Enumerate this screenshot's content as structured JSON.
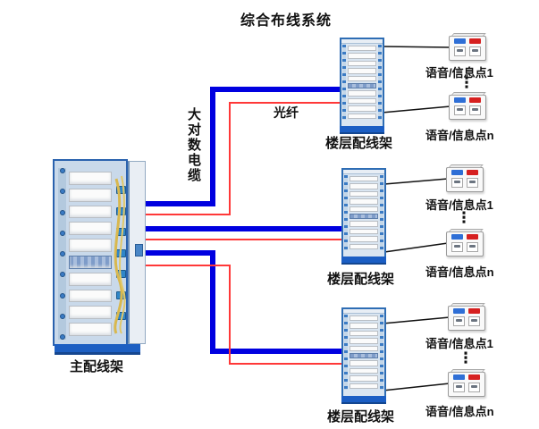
{
  "title": "综合布线系统",
  "cable_labels": {
    "copper": "大对数电缆",
    "fiber": "光纤"
  },
  "racks": {
    "main_label": "主配线架",
    "floor_label": "楼层配线架"
  },
  "endpoints": {
    "first": "语音/信息点1",
    "nth": "语音/信息点n",
    "ellipsis": "⋮"
  },
  "colors": {
    "copper_blue": "#0000e0",
    "fiber_red": "#ff3838",
    "link_black": "#111111",
    "rack_frame_blue": "#2e6db4",
    "rack_base_blue": "#1b5ec4",
    "port_blue": "#2f6fd6",
    "port_red": "#d62020"
  }
}
